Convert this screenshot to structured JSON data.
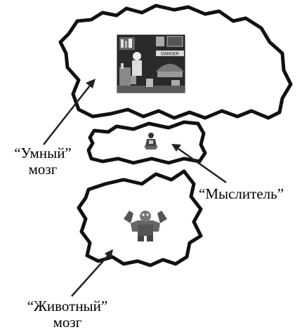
{
  "labels": {
    "smart_brain": {
      "line1": "“Умный”",
      "line2": "мозг"
    },
    "thinker": "“Мыслитель”",
    "animal_brain": {
      "line1": "“Животный”",
      "line2": "мозг"
    }
  },
  "lab_picture": {
    "sign_text": "DANGER"
  },
  "colors": {
    "outline": "#111111",
    "background": "#ffffff",
    "ink": "#000000"
  }
}
